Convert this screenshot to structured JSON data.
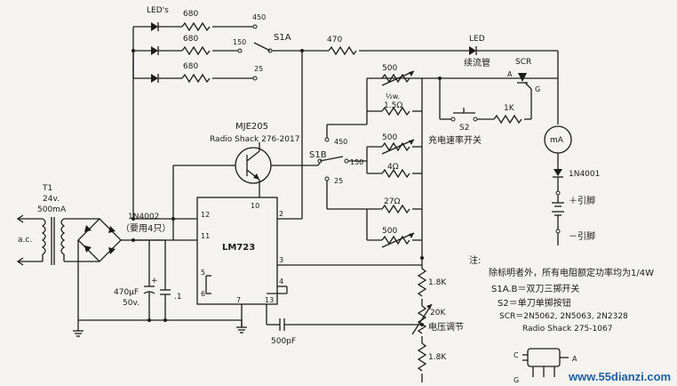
{
  "labels": {
    "leds": "LED's",
    "r_led1": "680",
    "r_led2": "680",
    "r_led3": "680",
    "sw_450_top": "450",
    "sw_150_top": "150",
    "sw_25_top": "25",
    "s1a": "S1A",
    "r470": "470",
    "led": "LED",
    "led_cn": "续流管",
    "scr": "SCR",
    "scr_a": "A",
    "scr_g": "G",
    "r_500_1": "500",
    "half_w": "½w.",
    "r_15": "1.5Ω",
    "r_500_2": "500",
    "r_4": "4Ω",
    "r_27": "27Ω",
    "r_500_3": "500",
    "s2": "S2",
    "s2_cn": "充电速率开关",
    "r1k": "1K",
    "meter": "mA",
    "d1n4001": "1N4001",
    "plus_pin": "＋引脚",
    "minus_pin": "－引脚",
    "mje205": "MJE205",
    "radioshack_276": "Radio Shack 276-2017",
    "s1b": "S1B",
    "sw_450_mid": "450",
    "sw_150_mid": "150",
    "sw_25_mid": "25",
    "t1": "T1",
    "t1_v": "24v.",
    "t1_ma": "500mA",
    "ac": "a.c.",
    "d1n4002": "1N4002",
    "d1n4002_cn": "（要用4只）",
    "lm723": "LM723",
    "pin12": "12",
    "pin11": "11",
    "pin10": "10",
    "pin2": "2",
    "pin3": "3",
    "pin4": "4",
    "pin5": "5",
    "pin6": "6",
    "pin7": "7",
    "pin13": "13",
    "cap470": "470μF",
    "cap50": "50v.",
    "cap_plus": "+",
    "cap01": ".1",
    "cap500p": "500pF",
    "r18k_1": "1.8K",
    "r20k": "20K",
    "r20k_cn": "电压调节",
    "r18k_2": "1.8K",
    "pkg_c": "C",
    "pkg_g": "G",
    "pkg_a": "A"
  },
  "notes": {
    "title": "注:",
    "line1": "除标明者外，所有电阻额定功率均为1/4W",
    "line2": "S1A.B＝双刀三掷开关",
    "line3": "S2＝单刀单掷按钮",
    "line4": "SCR＝2N5062, 2N5063, 2N2328",
    "line5": "Radio Shack 275-1067"
  },
  "watermark": "www.55dianzi.com"
}
